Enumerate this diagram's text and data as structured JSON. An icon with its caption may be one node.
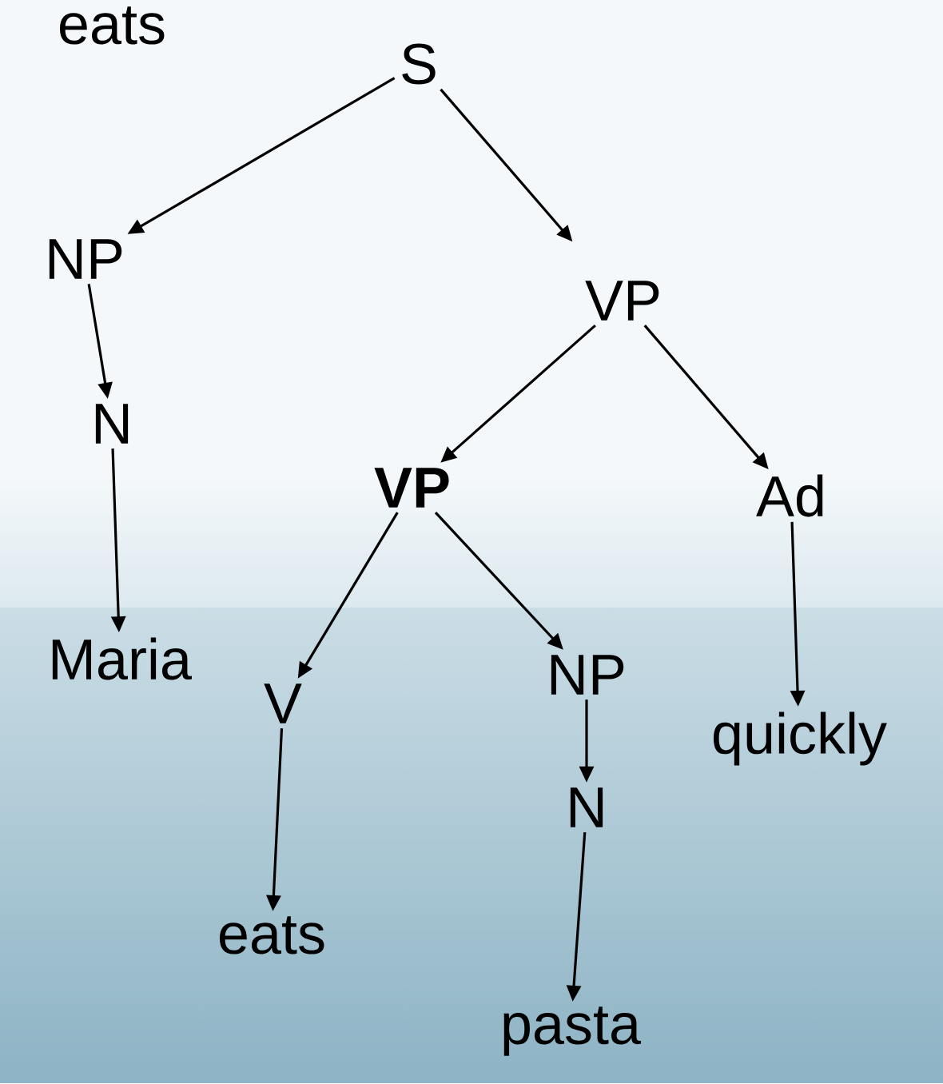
{
  "diagram": {
    "nodes": [
      {
        "text": [
          "S"
        ]
      },
      {
        "text": [
          "NP"
        ]
      },
      {
        "text": [
          "VP"
        ]
      },
      {
        "text": [
          "N"
        ]
      },
      {
        "text": [
          "VP"
        ]
      },
      {
        "text": [
          "Ad"
        ]
      },
      {
        "text": [
          "Maria"
        ]
      },
      {
        "text": [
          "V"
        ]
      },
      {
        "text": [
          "NP"
        ]
      },
      {
        "text": [
          "quickly"
        ]
      },
      {
        "text": [
          "N"
        ]
      },
      {
        "text": [
          "eats"
        ]
      },
      {
        "text": [
          "pasta"
        ]
      }
    ],
    "edges": [
      {
        "from": 0,
        "to": 1,
        "arrow": "to"
      },
      {
        "from": 0,
        "to": 2,
        "arrow": "to"
      },
      {
        "from": 1,
        "to": 3,
        "arrow": "to"
      },
      {
        "from": 2,
        "to": 4,
        "arrow": "to"
      },
      {
        "from": 2,
        "to": 5,
        "arrow": "to"
      },
      {
        "from": 3,
        "to": 6,
        "arrow": "to"
      },
      {
        "from": 4,
        "to": 7,
        "arrow": "to"
      },
      {
        "from": 4,
        "to": 8,
        "arrow": "to"
      },
      {
        "from": 5,
        "to": 9,
        "arrow": "to"
      },
      {
        "from": 7,
        "to": 11,
        "arrow": "to"
      },
      {
        "from": 8,
        "to": 10,
        "arrow": "to"
      },
      {
        "from": 10,
        "to": 12,
        "arrow": "to"
      }
    ],
    "labels": [
      "eats"
    ]
  }
}
